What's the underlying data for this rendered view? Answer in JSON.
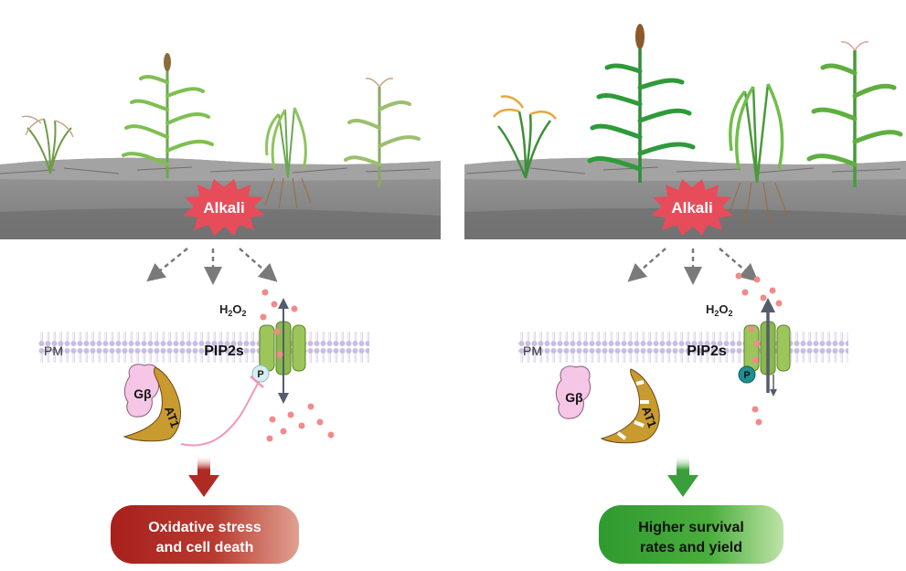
{
  "left_panel": {
    "stress_label": "Alkali",
    "h2o2_label": "H",
    "h2o2_sub1": "2",
    "h2o2_mid": "O",
    "h2o2_sub2": "2",
    "pm_label": "PM",
    "channel_label": "PIP2s",
    "phospho_label": "P",
    "gbeta_label": "Gβ",
    "at1_label": "AT1",
    "outcome_line1": "Oxidative stress",
    "outcome_line2": "and cell death",
    "colors": {
      "outcome": "#b02a24",
      "arrow": "#b02a24",
      "inhibition": "#ee99bb",
      "phospho": "#d8eef2"
    }
  },
  "right_panel": {
    "stress_label": "Alkali",
    "h2o2_label": "H",
    "h2o2_sub1": "2",
    "h2o2_mid": "O",
    "h2o2_sub2": "2",
    "pm_label": "PM",
    "channel_label": "PIP2s",
    "phospho_label": "P",
    "gbeta_label": "Gβ",
    "at1_label": "AT1",
    "outcome_line1": "Higher survival",
    "outcome_line2": "rates and yield",
    "colors": {
      "outcome": "#3a9f3a",
      "arrow": "#3a9f3a",
      "phospho": "#1f8f8f"
    }
  },
  "shared_colors": {
    "soil": "#8b8b8b",
    "membrane": "#c9bde0",
    "channel": "#9cc65a",
    "h2o2_dot": "#f28a8a",
    "gbeta": "#f6c6e6",
    "at1": "#c99a2e",
    "starburst": "#e74c5a"
  }
}
